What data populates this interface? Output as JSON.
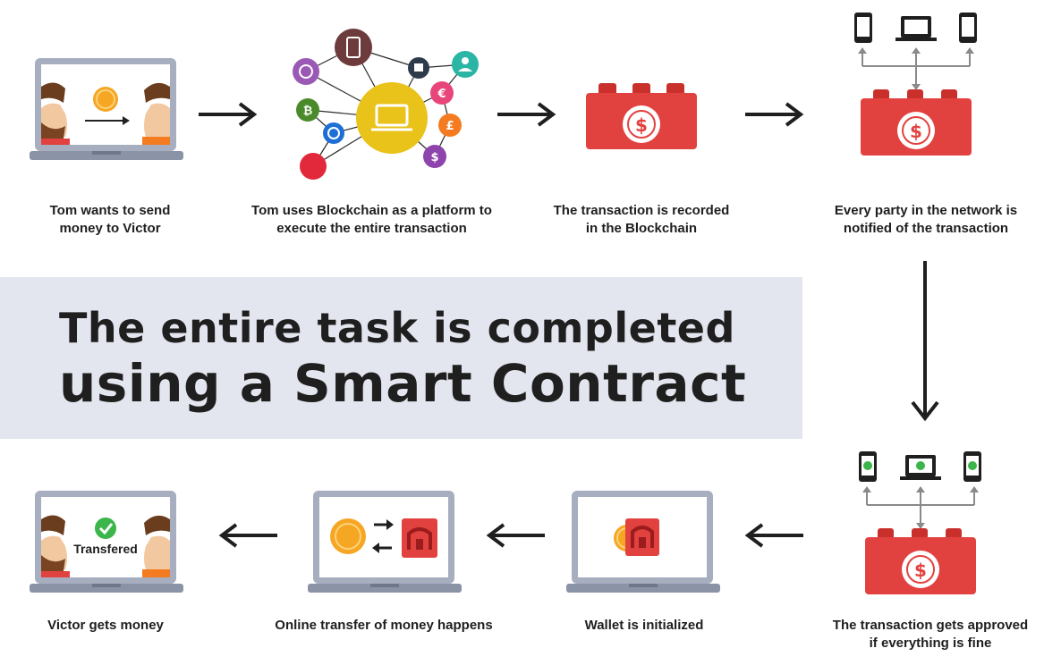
{
  "steps": [
    {
      "caption_line1": "Tom wants to send",
      "caption_line2": "money to Victor"
    },
    {
      "caption_line1": "Tom uses Blockchain as a platform to",
      "caption_line2": "execute the entire transaction"
    },
    {
      "caption_line1": "The transaction is recorded",
      "caption_line2": "in the Blockchain"
    },
    {
      "caption_line1": "Every party in the network is",
      "caption_line2": "notified of the transaction"
    },
    {
      "caption_line1": "The transaction gets approved",
      "caption_line2": "if everything is fine"
    },
    {
      "caption_line1": "Wallet is initialized"
    },
    {
      "caption_line1": "Online transfer of money happens"
    },
    {
      "caption_line1": "Victor gets money",
      "screen_label": "Transfered"
    }
  ],
  "banner": {
    "line1": "The entire task is completed",
    "line2": "using a Smart Contract"
  },
  "icons": {
    "currency_symbols": [
      "$",
      "€",
      "£",
      "$"
    ],
    "block_symbol": "$"
  },
  "colors": {
    "block_red": "#e2423f",
    "coin_orange": "#f5a623",
    "network_yellow": "#e9c21a",
    "laptop_gray": "#a7aec0",
    "banner_bg": "#e4e6ef",
    "check_green": "#3cb54a"
  }
}
